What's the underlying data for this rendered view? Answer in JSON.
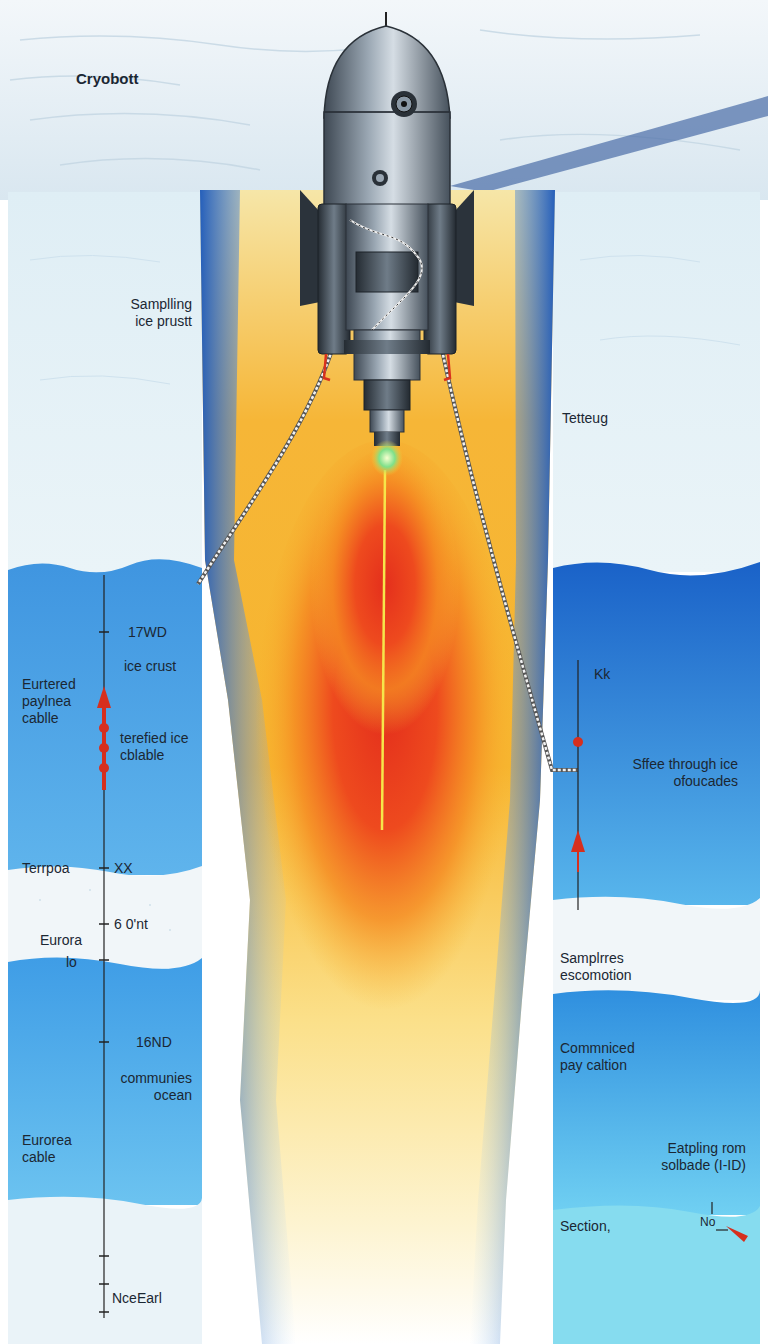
{
  "diagram": {
    "title": "Cryobott",
    "labels": [
      "Samplling ice prustt",
      "Tetteug",
      "17WD",
      "ice crust",
      "Eurtered paylnea cablle",
      "terefied ice cblable",
      "Kk",
      "Sffee through ice ofoucades",
      "Terrpoa",
      "XX",
      "6 0'nt",
      "Eurora",
      "lo",
      "16ND",
      "communies ocean",
      "Eurorea cable",
      "Samplrres escomotion",
      "Commniced pay caltion",
      "Eatpling rom solbade (I-ID)",
      "Section,",
      "No",
      "NceEarl"
    ]
  }
}
